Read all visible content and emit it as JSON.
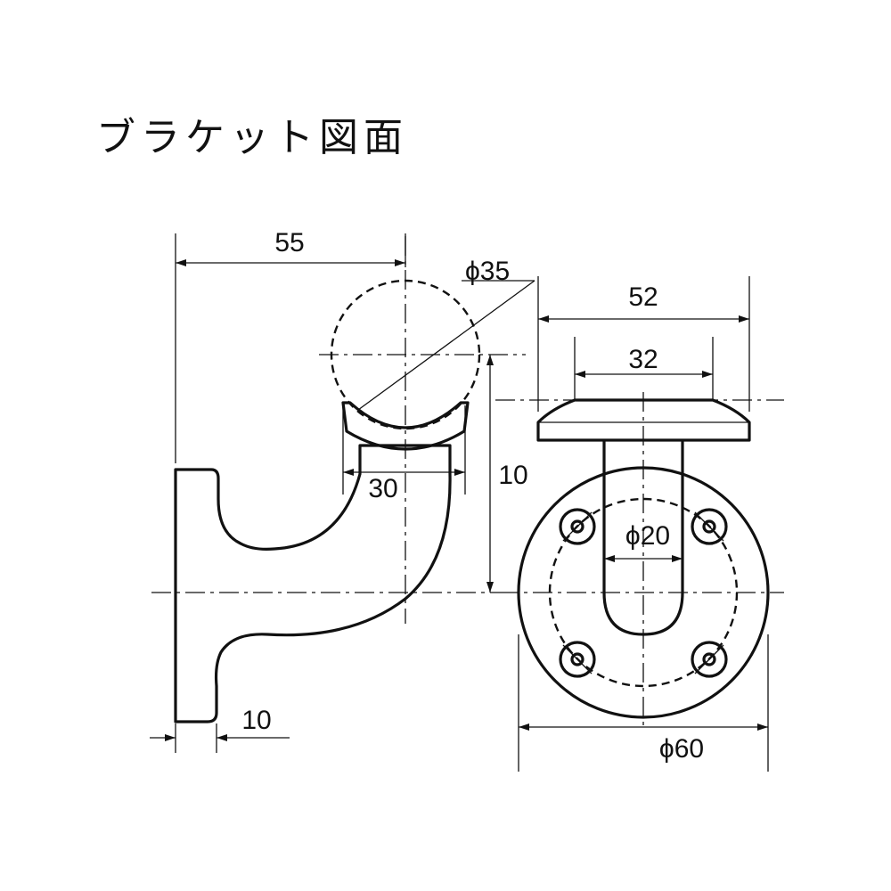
{
  "title": "ブラケット図面",
  "dimensions": {
    "arm_length": "55",
    "rail_diameter": "ϕ35",
    "saddle_width": "30",
    "height": "10",
    "flange_thickness": "10",
    "plate_width": "52",
    "stem_width": "32",
    "stem_diameter": "ϕ20",
    "flange_diameter": "ϕ60"
  }
}
